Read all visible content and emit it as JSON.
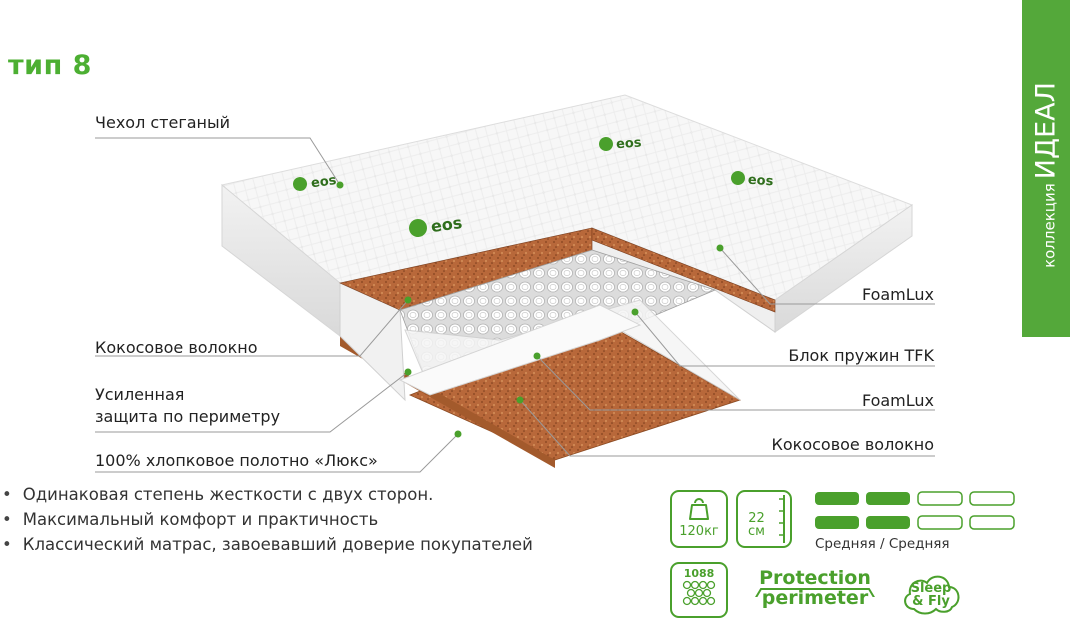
{
  "title": "тип 8",
  "collection": {
    "prefix": "коллекция",
    "name": "ИДЕАЛ"
  },
  "callouts": {
    "cover": "Чехол стеганый",
    "coconut_top": "Кокосовое волокно",
    "perimeter_line1": "Усиленная",
    "perimeter_line2": "защита по периметру",
    "cotton": "100% хлопковое полотно «Люкс»",
    "foam_top": "FoamLux",
    "spring_block": "Блок пружин TFK",
    "foam_bottom": "FoamLux",
    "coconut_bottom": "Кокосовое волокно"
  },
  "logo_text": "eos",
  "bullets": [
    "Одинаковая степень жесткости с двух сторон.",
    "Максимальный комфорт и практичность",
    "Классический матрас, завоевавший доверие покупателей"
  ],
  "specs": {
    "max_load": "120кг",
    "height_value": "22",
    "height_unit": "см",
    "springs_count": "1088",
    "firmness_label": "Средняя / Средняя",
    "firmness_side_a": 2,
    "firmness_side_b": 2,
    "firmness_scale": 4,
    "protection_line1": "Protection",
    "protection_line2": "perimeter",
    "sleep_line1": "Sleep",
    "sleep_line2": "& Fly"
  },
  "colors": {
    "brand_green": "#4aa02c",
    "tab_green": "#54a83a",
    "coconut": "#b86a3a",
    "foam": "#f4f4f4"
  }
}
